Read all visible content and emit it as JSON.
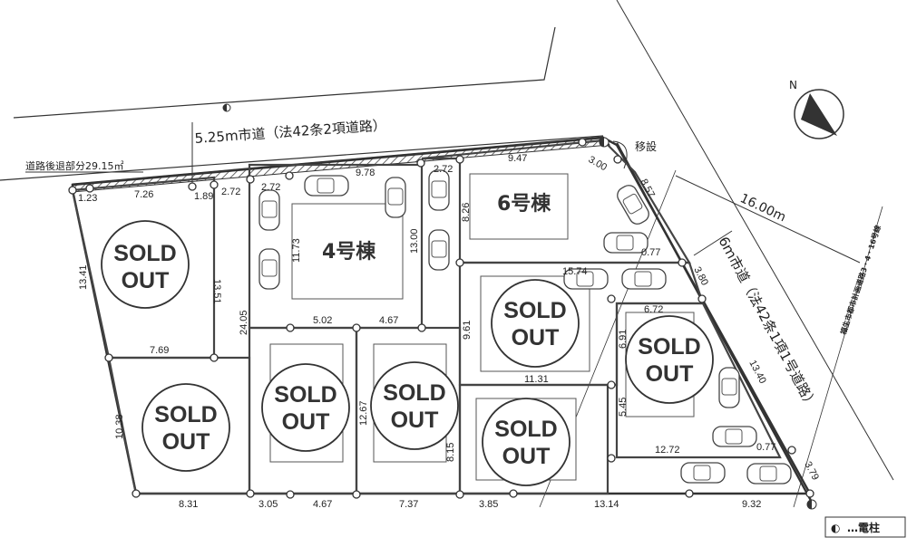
{
  "roads": {
    "north_road": "5.25m市道（法42条2項道路）",
    "setback": "道路後退部分29.15㎡",
    "relocate": "移設",
    "east_road": "6ｍ市道（法42条1項1号道路）",
    "east_road_width": "16.00m",
    "planned_road": "福生市都市計画道路3・4・16号線"
  },
  "compass": {
    "north": "N"
  },
  "buildings": {
    "b4": "4号棟",
    "b6": "6号棟"
  },
  "sold": {
    "line1": "SOLD",
    "line2": "OUT"
  },
  "legend": {
    "symbol": "◐",
    "text": "…電柱"
  },
  "dims": {
    "d1": "1.23",
    "d2": "7.26",
    "d3": "1.89",
    "d4": "2.72",
    "d5": "2.72",
    "d6": "9.78",
    "d7": "2.72",
    "d8": "9.47",
    "d9": "3.00",
    "d10": "8.57",
    "d11": "13.41",
    "d12": "13.51",
    "d13": "7.69",
    "d14": "10.38",
    "d15": "8.31",
    "d16": "3.05",
    "d17": "4.67",
    "d18": "7.37",
    "d19": "3.85",
    "d20": "13.14",
    "d21": "9.32",
    "d22": "3.79",
    "d23": "0.77",
    "d24": "0.77",
    "d25": "3.80",
    "d26": "13.40",
    "d27": "11.73",
    "d28": "13.00",
    "d29": "5.02",
    "d30": "4.67",
    "d31": "24.05",
    "d32": "12.67",
    "d33": "8.15",
    "d34": "9.61",
    "d35": "11.31",
    "d36": "15.74",
    "d37": "6.72",
    "d38": "6.91",
    "d39": "5.45",
    "d40": "12.72",
    "d41": "8.26"
  }
}
